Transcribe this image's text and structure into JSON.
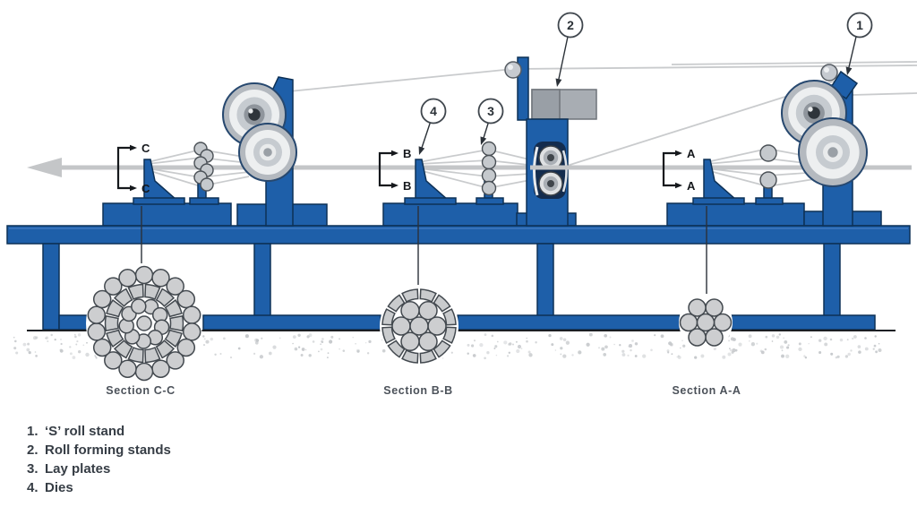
{
  "colors": {
    "machine_blue": "#1e5fa9",
    "machine_outline": "#0d3156",
    "wire_gray": "#c9cbcd",
    "wire_thick": "#c4c6c8",
    "box_gray": "#a8adb3",
    "strand_fill": "#cdced0",
    "strand_stroke": "#43494f",
    "ground_dot": "#c5c8cb",
    "text_dark": "#363d45"
  },
  "callouts": [
    {
      "num": "1",
      "target": "s-roll-stand"
    },
    {
      "num": "2",
      "target": "roll-forming-stand"
    },
    {
      "num": "3",
      "target": "lay-plate"
    },
    {
      "num": "4",
      "target": "die"
    }
  ],
  "section_markers": {
    "c": "C",
    "b": "B",
    "a": "A"
  },
  "sections": [
    {
      "label": "Section C-C",
      "layers": [
        {
          "type": "wire-ring",
          "count": 18
        },
        {
          "type": "segment-ring",
          "count": 14
        },
        {
          "type": "wire-ring",
          "count": 9
        },
        {
          "type": "center-wire",
          "count": 1
        }
      ]
    },
    {
      "label": "Section B-B",
      "layers": [
        {
          "type": "segment-ring",
          "count": 12
        },
        {
          "type": "wire-ring",
          "count": 6
        },
        {
          "type": "center-wire",
          "count": 1
        }
      ]
    },
    {
      "label": "Section A-A",
      "layers": [
        {
          "type": "wire-ring",
          "count": 6
        },
        {
          "type": "center-wire",
          "count": 1
        }
      ]
    }
  ],
  "legend": {
    "items": [
      {
        "num": "1.",
        "label": "‘S’ roll stand"
      },
      {
        "num": "2.",
        "label": "Roll forming stands"
      },
      {
        "num": "3.",
        "label": "Lay plates"
      },
      {
        "num": "4.",
        "label": "Dies"
      }
    ]
  }
}
